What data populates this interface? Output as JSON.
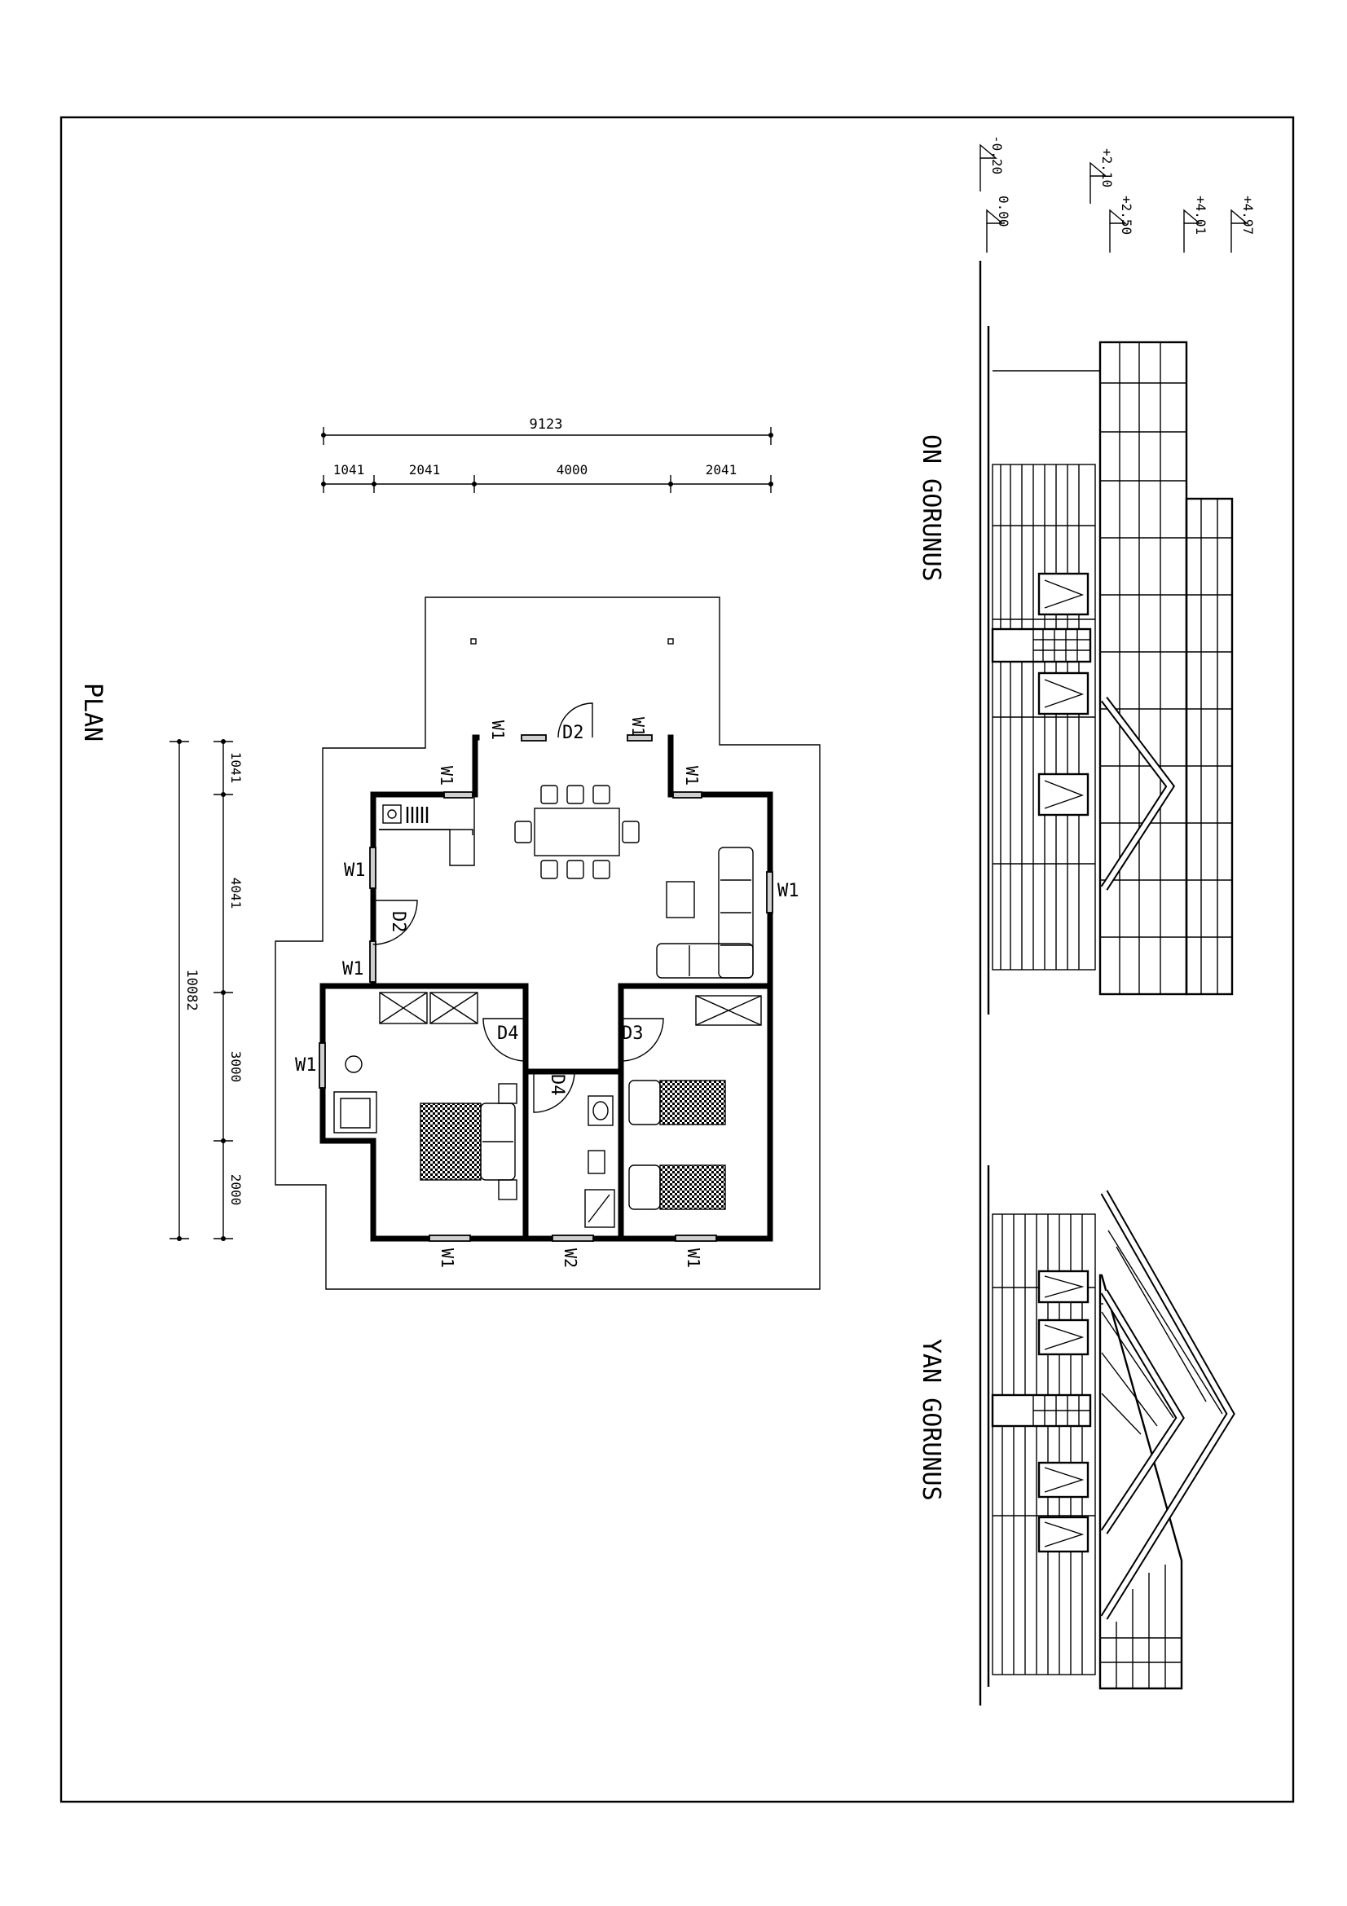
{
  "plan": {
    "title": "PLAN",
    "dims_top_total": "9123",
    "dims_top": [
      "1041",
      "2041",
      "4000",
      "2041"
    ],
    "dims_left_total": "10082",
    "dims_left": [
      "1041",
      "4041",
      "3000",
      "2000"
    ],
    "windows": {
      "w1": "W1",
      "w2": "W2"
    },
    "doors": {
      "d2": "D2",
      "d3": "D3",
      "d4": "D4"
    }
  },
  "elevations": {
    "front_title": "ON GORUNUS",
    "side_title": "YAN GORUNUS",
    "levels": [
      "-0.20",
      "0.00",
      "+2.10",
      "+2.50",
      "+4.01",
      "+4.97"
    ]
  }
}
